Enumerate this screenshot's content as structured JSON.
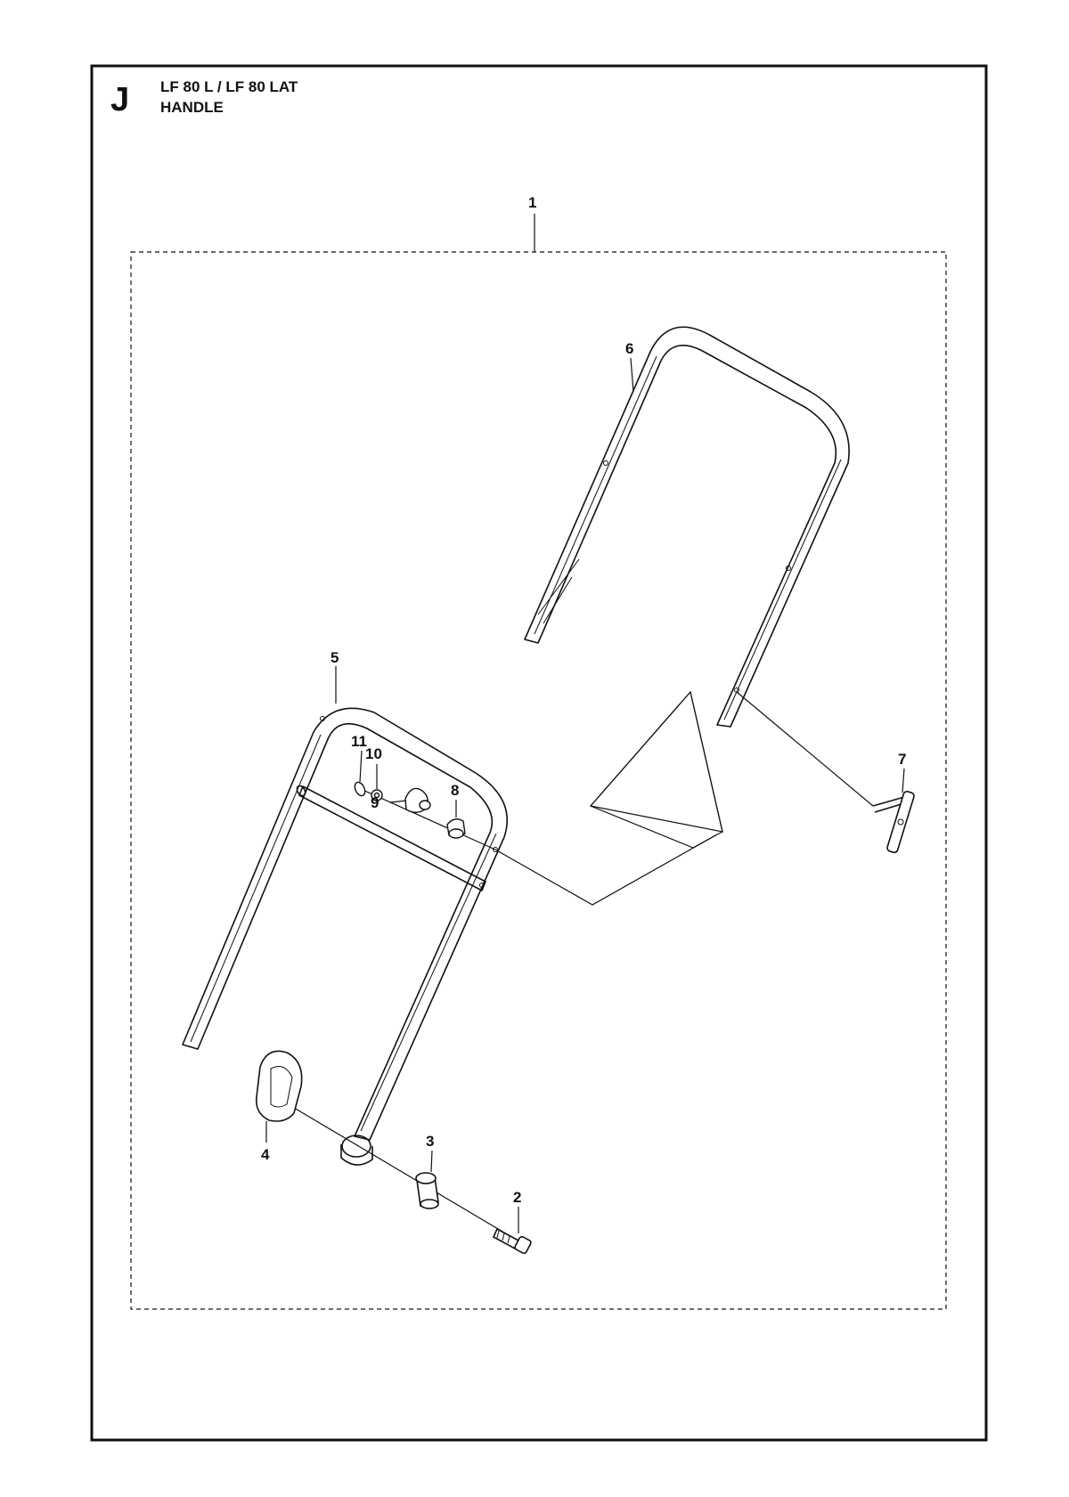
{
  "header": {
    "section_letter": "J",
    "model_line": "LF 80 L / LF 80 LAT",
    "group_name": "HANDLE"
  },
  "callouts": {
    "c1": "1",
    "c2": "2",
    "c3": "3",
    "c4": "4",
    "c5": "5",
    "c6": "6",
    "c7": "7",
    "c8": "8",
    "c9": "9",
    "c10": "10",
    "c11": "11"
  },
  "colors": {
    "line": "#111111",
    "paper": "#ffffff"
  }
}
